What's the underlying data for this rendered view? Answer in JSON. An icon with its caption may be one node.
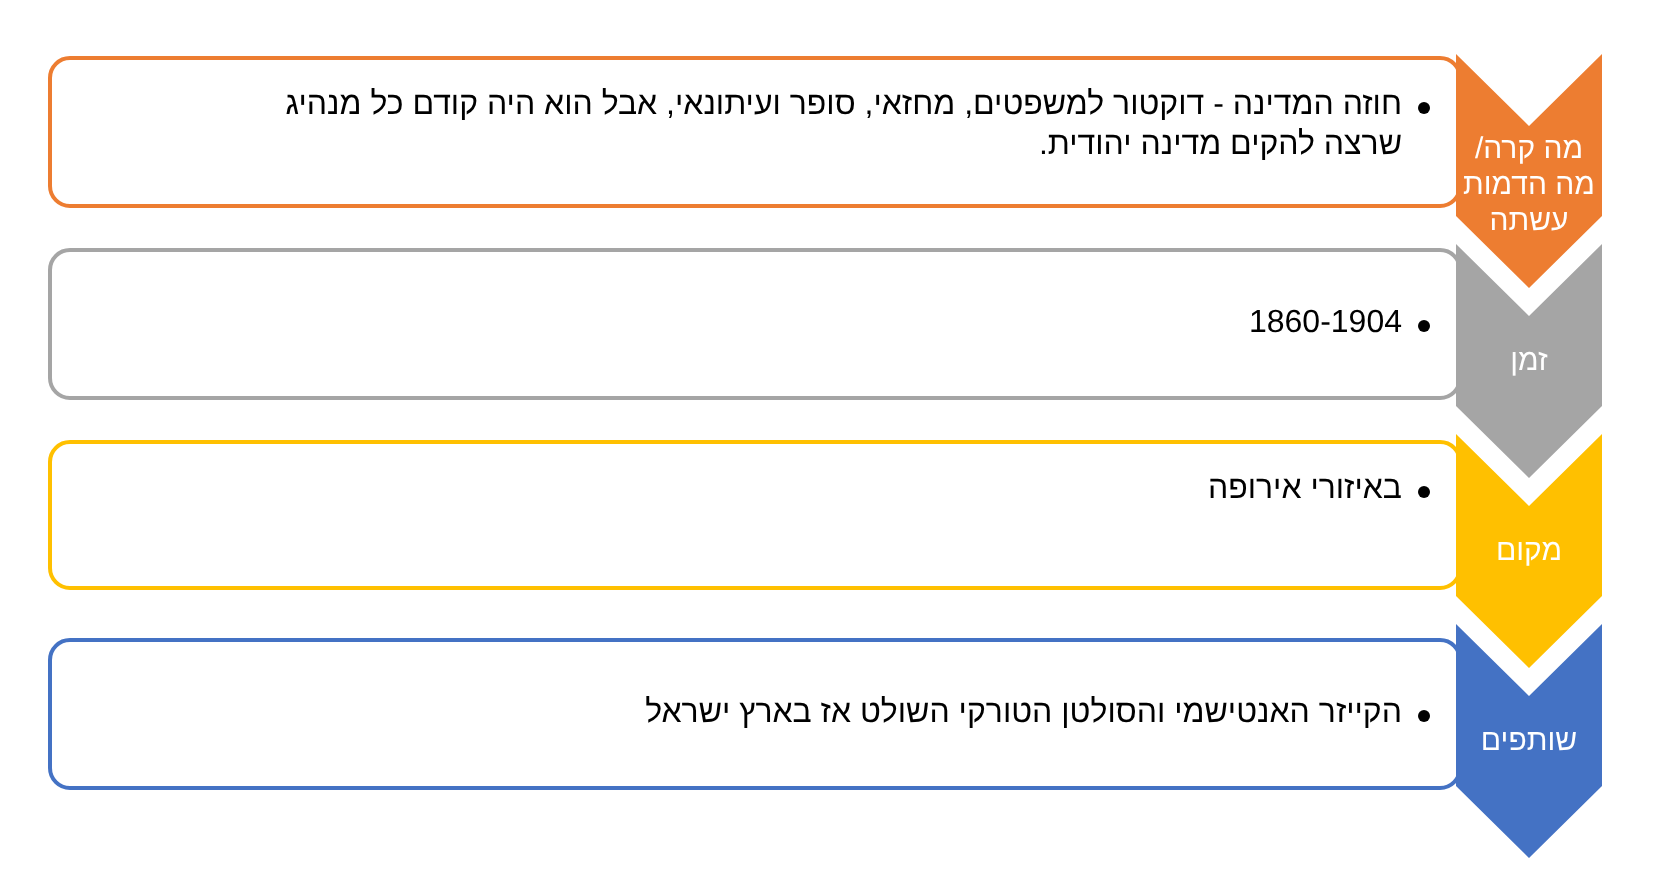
{
  "diagram": {
    "nodes": [
      {
        "text": [
          "מה קרה/ מה הדמות עשתה"
        ]
      },
      {
        "text": [
          "חוזה המדינה - דוקטור למשפטים, מחזאי, סופר ועיתונאי, אבל הוא היה קודם כל מנהיג שרצה להקים מדינה יהודית."
        ]
      },
      {
        "text": [
          "זמן"
        ]
      },
      {
        "text": [
          "1860-1904"
        ]
      },
      {
        "text": [
          "מקום"
        ]
      },
      {
        "text": [
          "באיזורי אירופה"
        ]
      },
      {
        "text": [
          "שותפים"
        ]
      },
      {
        "text": [
          "הקייזר האנטישמי והסולטן הטורקי השולט אז בארץ ישראל"
        ]
      }
    ]
  }
}
